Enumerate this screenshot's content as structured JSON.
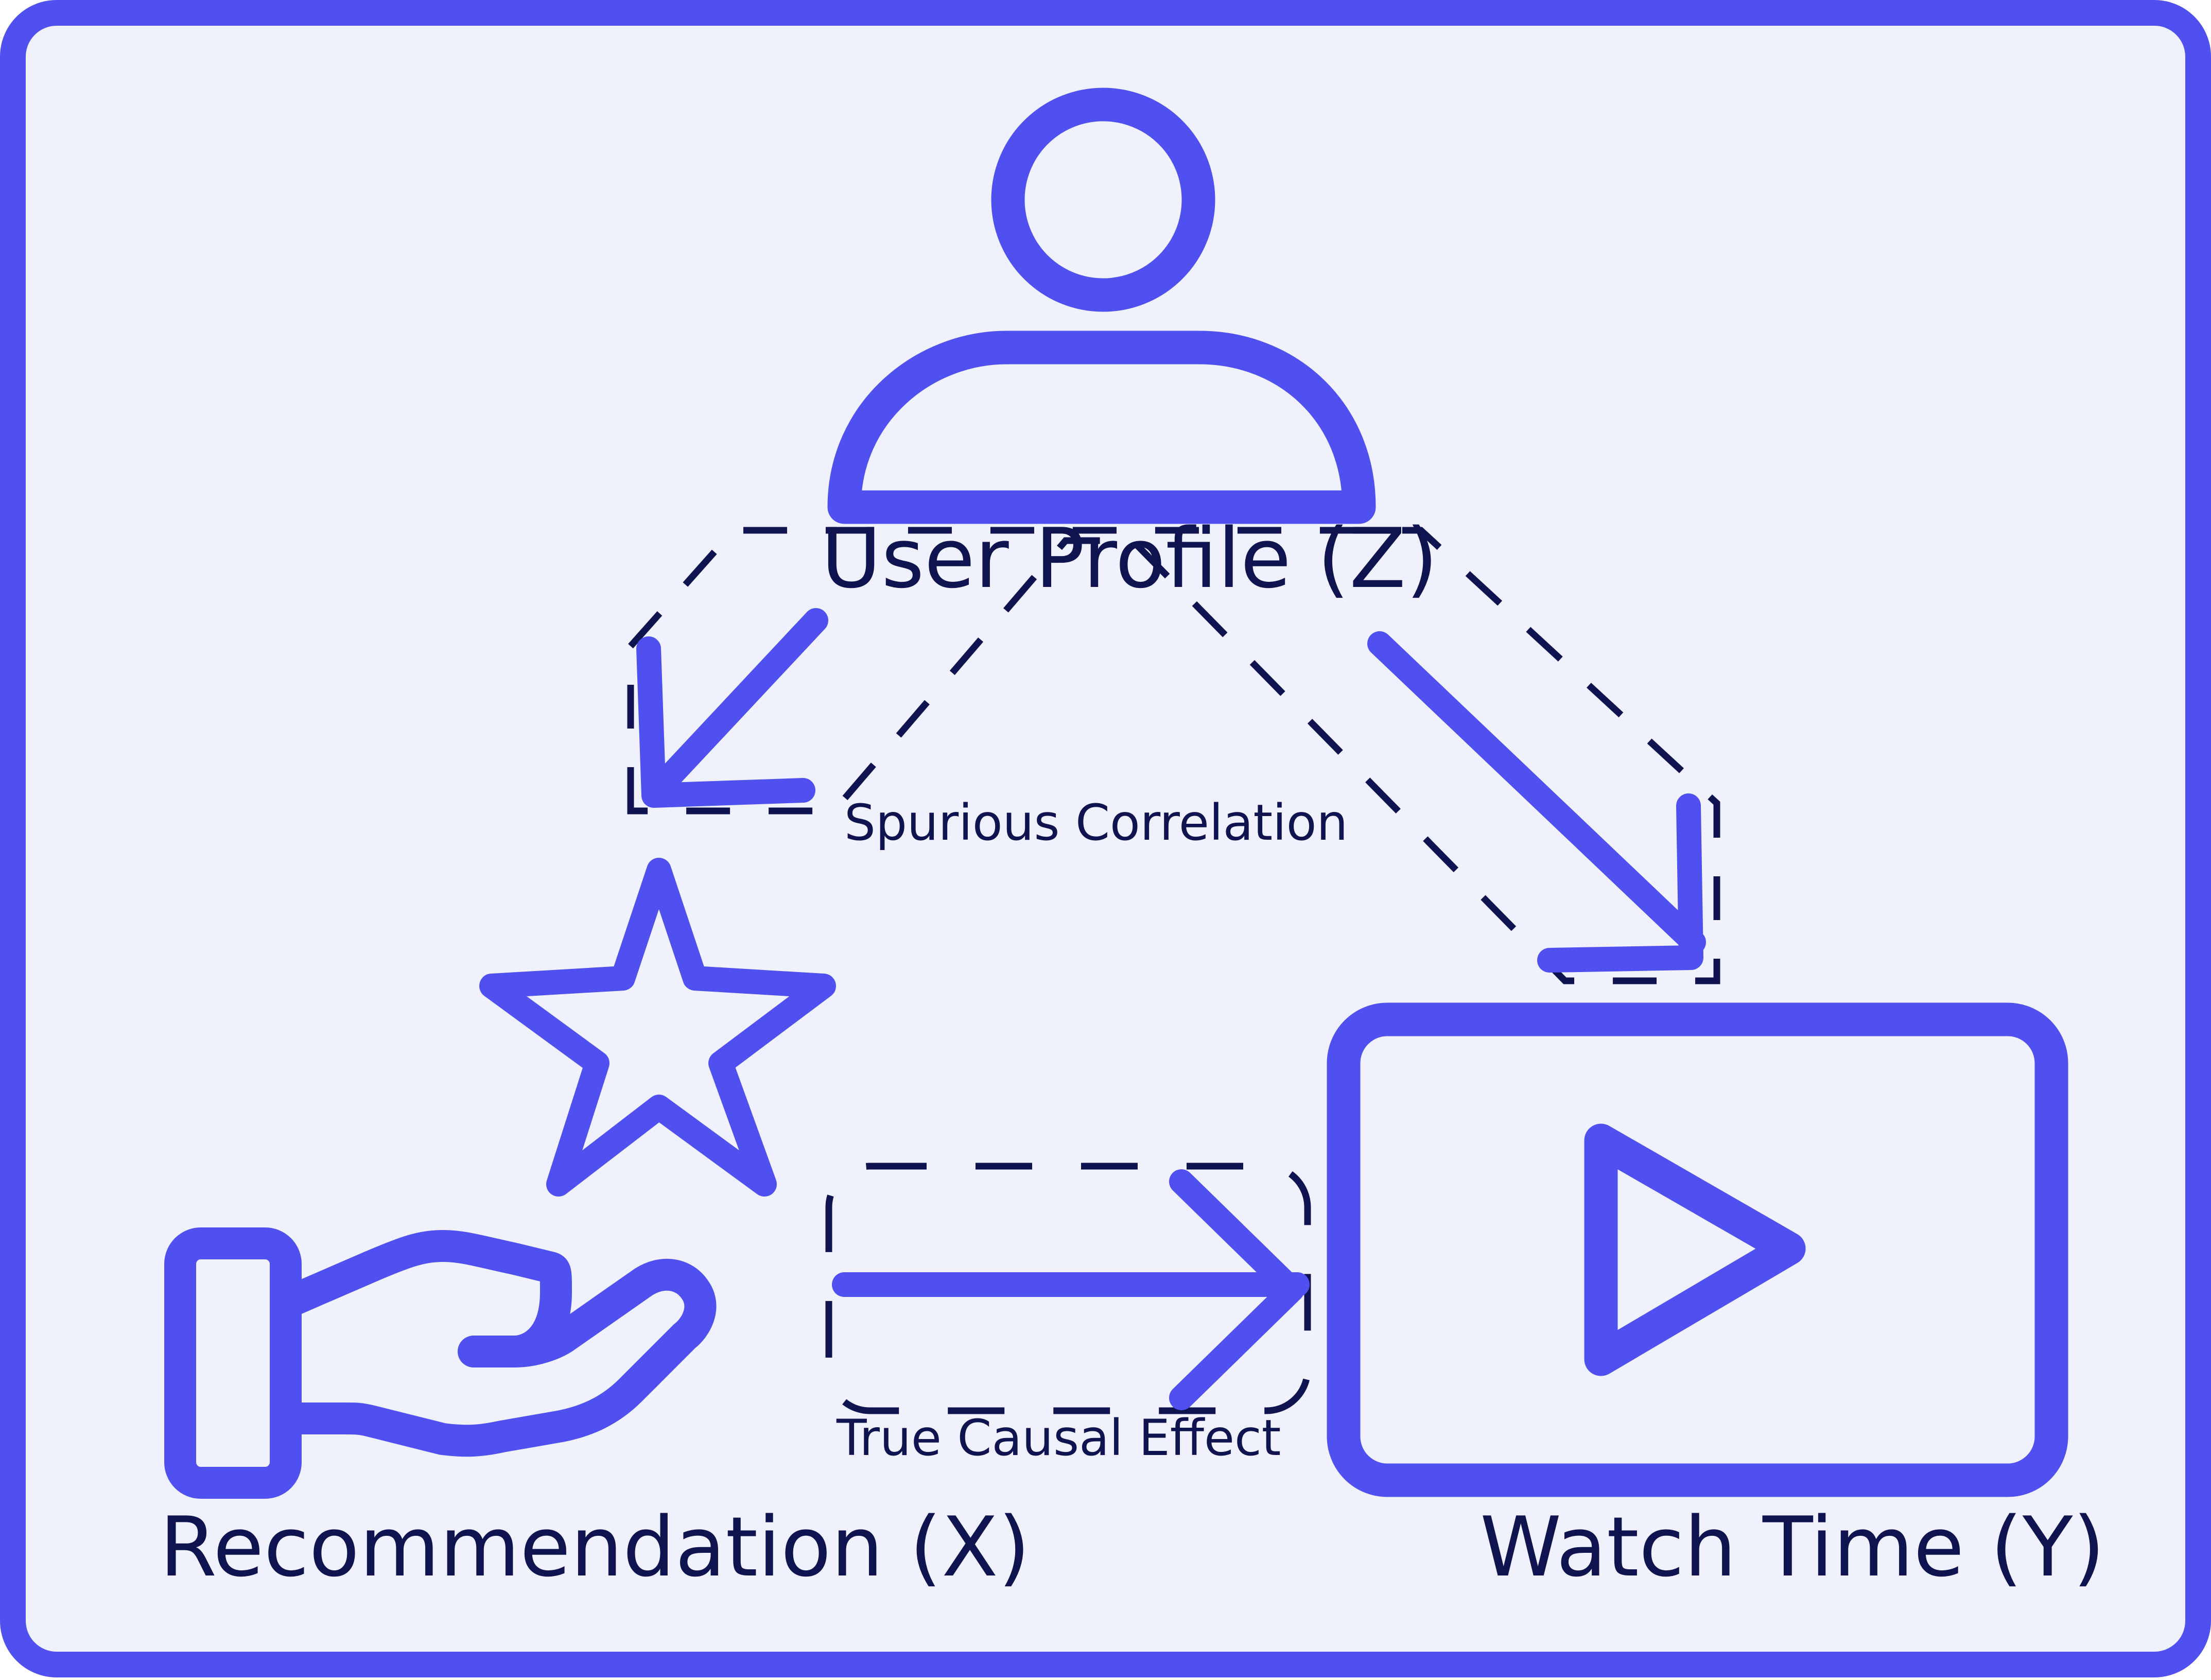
{
  "colors": {
    "accent": "#5050F0",
    "background": "#EFF2FC",
    "text": "#0F1450",
    "dash": "#0F1450"
  },
  "nodes": {
    "z": {
      "label": "User Profile (Z)",
      "icon": "user-icon"
    },
    "x": {
      "label": "Recommendation (X)",
      "icons": [
        "star-icon",
        "hand-icon"
      ]
    },
    "y": {
      "label": "Watch Time (Y)",
      "icon": "play-video-icon"
    }
  },
  "edges": {
    "zx": {
      "from": "Z",
      "to": "X"
    },
    "zy": {
      "from": "Z",
      "to": "Y"
    },
    "xy": {
      "from": "X",
      "to": "Y"
    },
    "spurious_label": "Spurious Correlation",
    "causal_label": "True Causal Effect"
  }
}
